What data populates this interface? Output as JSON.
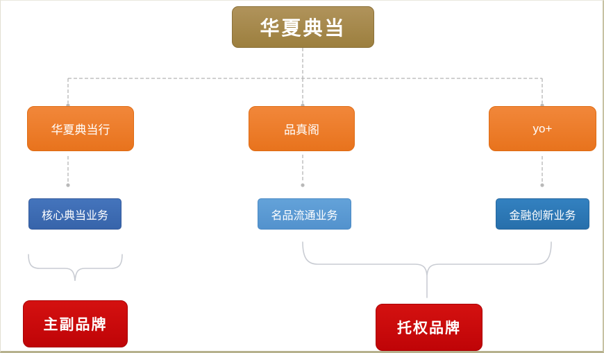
{
  "diagram": {
    "title": "brand architecture flowchart",
    "root": {
      "label": "华夏典当",
      "color": "#a5874a"
    },
    "brands": [
      {
        "label": "华夏典当行",
        "color": "#ed7d31"
      },
      {
        "label": "品真阁",
        "color": "#ed7d31"
      },
      {
        "label": "yo+",
        "color": "#ed7d31"
      }
    ],
    "businesses": [
      {
        "label": "核心典当业务",
        "color": "#3e6cb3"
      },
      {
        "label": "名品流通业务",
        "color": "#5b9bd5"
      },
      {
        "label": "金融创新业务",
        "color": "#2d79b8"
      }
    ],
    "brand_types": [
      {
        "label": "主副品牌",
        "color": "#c70b0e",
        "groups": [
          "核心典当业务"
        ]
      },
      {
        "label": "托权品牌",
        "color": "#c70b0e",
        "groups": [
          "名品流通业务",
          "金融创新业务"
        ]
      }
    ],
    "connector_color": "#b5b5b5",
    "brace_color": "#c9ccd3",
    "frame_border_color": "#b6b18d",
    "background_color": "#ffffff"
  }
}
